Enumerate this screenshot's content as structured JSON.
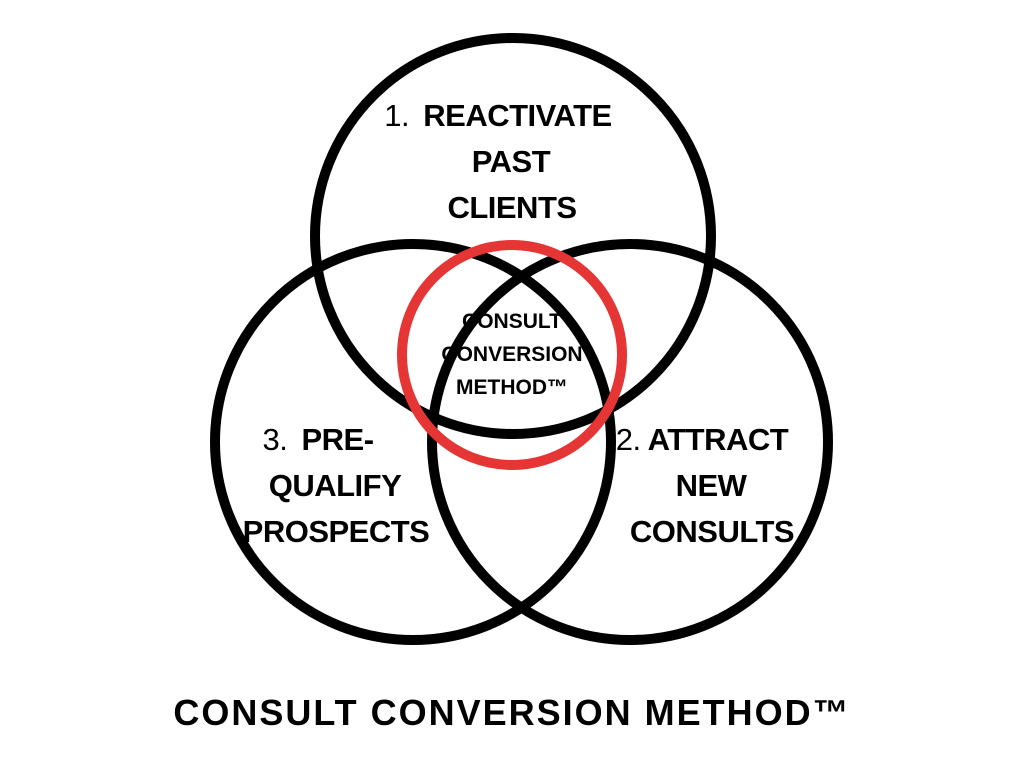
{
  "title": "CONSULT CONVERSION METHOD™",
  "colors": {
    "outline": "#000000",
    "center_ring": "#e63535",
    "background": "#ffffff",
    "text": "#000000"
  },
  "center": {
    "lines": [
      "CONSULT",
      "CONVERSION",
      "METHOD™"
    ]
  },
  "circles": [
    {
      "id": "top",
      "number": "1.",
      "lines": [
        "REACTIVATE",
        "PAST",
        "CLIENTS"
      ]
    },
    {
      "id": "right",
      "number": "2.",
      "lines": [
        "ATTRACT",
        "NEW",
        "CONSULTS"
      ]
    },
    {
      "id": "left",
      "number": "3.",
      "lines": [
        "PRE-",
        "QUALIFY",
        "PROSPECTS"
      ]
    }
  ]
}
